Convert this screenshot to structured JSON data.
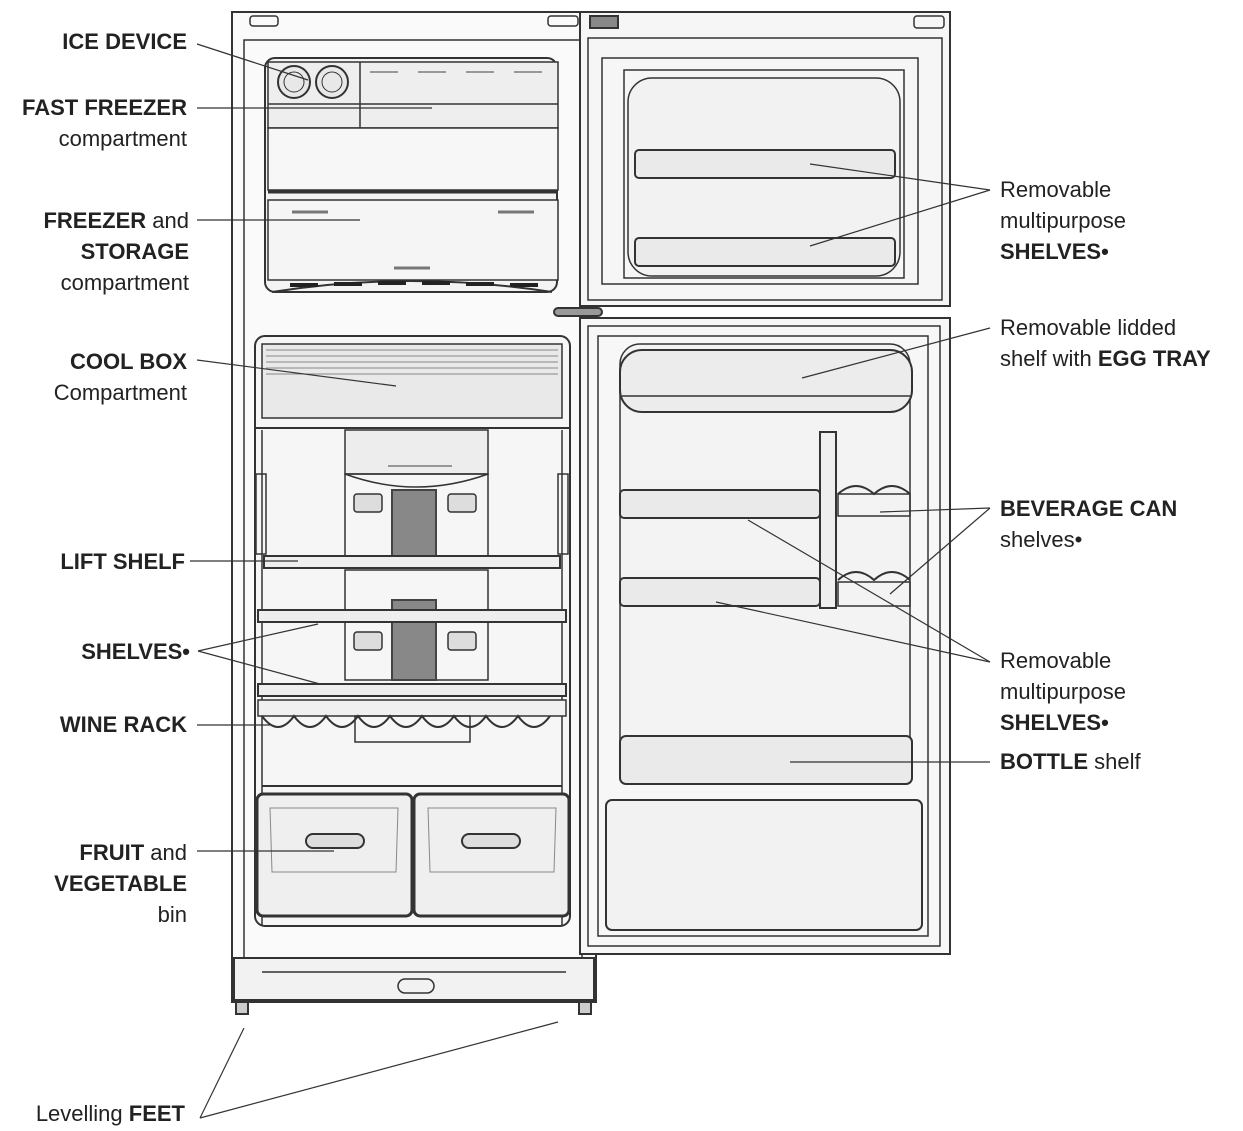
{
  "labels": {
    "ice_device": {
      "bold": "ICE DEVICE"
    },
    "fast_freezer": {
      "bold": "FAST FREEZER",
      "line2": "compartment"
    },
    "freezer_storage": {
      "bold1": "FREEZER",
      "rest1": " and",
      "bold2": "STORAGE",
      "line3": "compartment"
    },
    "cool_box": {
      "bold": "COOL BOX",
      "line2": "Compartment"
    },
    "lift_shelf": {
      "bold": "LIFT  SHELF"
    },
    "shelves": {
      "bold": "SHELVES•"
    },
    "wine_rack": {
      "bold": "WINE  RACK"
    },
    "fruit_veg": {
      "bold1": "FRUIT",
      "rest1": " and",
      "bold2": "VEGETABLE",
      "line3": "bin"
    },
    "levelling_feet": {
      "plain": "Levelling ",
      "bold": "FEET"
    },
    "removable_shelves_top": {
      "line1": "Removable",
      "line2": "multipurpose",
      "bold": "SHELVES•"
    },
    "egg_tray": {
      "line1": "Removable lidded",
      "plain2": "shelf with ",
      "bold2": "EGG TRAY"
    },
    "beverage_can": {
      "bold": "BEVERAGE CAN",
      "line2": "shelves•"
    },
    "removable_shelves_bottom": {
      "line1": "Removable",
      "line2": "multipurpose",
      "bold": "SHELVES•"
    },
    "bottle_shelf": {
      "bold": "BOTTLE",
      "rest": " shelf"
    }
  }
}
